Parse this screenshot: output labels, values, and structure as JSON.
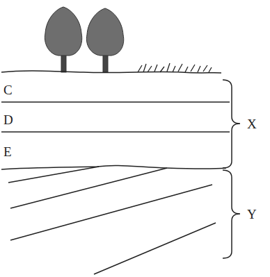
{
  "diagram": {
    "labels": [
      "C",
      "D",
      "E",
      "X",
      "Y"
    ]
  }
}
